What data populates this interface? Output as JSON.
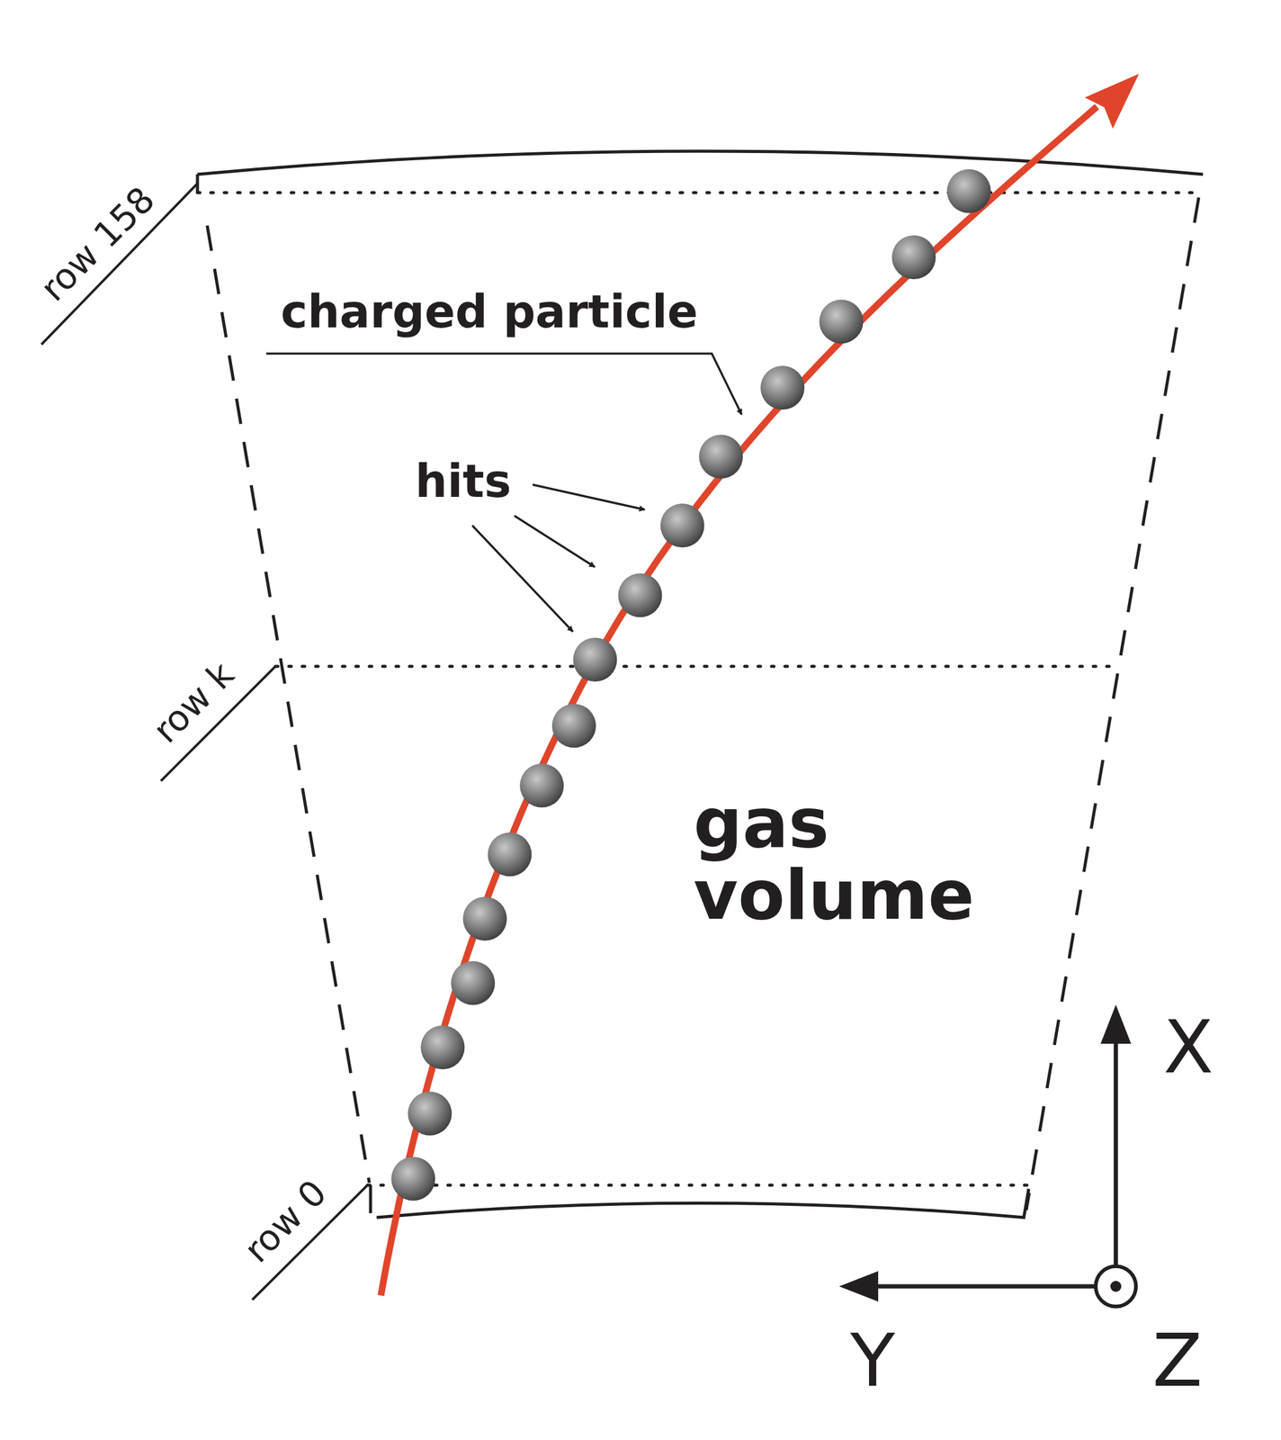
{
  "diagram": {
    "labels": [
      "row 158",
      "row k",
      "row 0",
      "charged particle",
      "hits",
      "gas volume",
      "X",
      "Y",
      "Z"
    ]
  }
}
